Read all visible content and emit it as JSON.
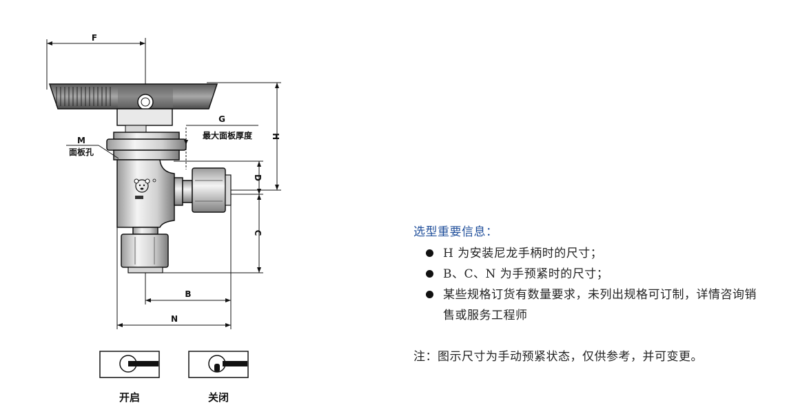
{
  "diagram": {
    "dimension_labels": {
      "F": "F",
      "G": "G",
      "H": "H",
      "D": "D",
      "C": "C",
      "B": "B",
      "N": "N",
      "M": "M"
    },
    "max_panel_thickness": "最大面板厚度",
    "panel_hole": "面板孔",
    "states": {
      "open": "开启",
      "closed": "关闭"
    }
  },
  "notes": {
    "heading": "选型重要信息：",
    "items": [
      "H 为安装尼龙手柄时的尺寸；",
      "B、C、N 为手预紧时的尺寸；",
      "某些规格订货有数量要求，未列出规格可订制，详情咨询销售或服务工程师"
    ],
    "footnote": "注：图示尺寸为手动预紧状态，仅供参考，并可变更。"
  },
  "colors": {
    "heading": "#1f4e9a",
    "line": "#111111"
  }
}
